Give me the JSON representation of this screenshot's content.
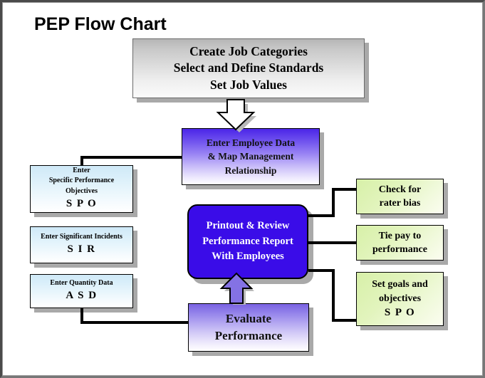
{
  "page": {
    "title": "PEP Flow Chart",
    "background": "#ffffff",
    "frame_color": "#555555"
  },
  "nodes": {
    "create": {
      "name": "create-job-categories-box",
      "lines": [
        "Create Job Categories",
        "Select and Define Standards",
        "Set Job Values"
      ],
      "fill": "#dcdcdc",
      "text_color": "#000000"
    },
    "employee": {
      "name": "enter-employee-data-box",
      "lines": [
        "Enter Employee Data",
        "& Map Management",
        "Relationship"
      ],
      "fill": "#4b25e8",
      "text_color": "#111111"
    },
    "spo": {
      "name": "enter-spo-box",
      "lines": [
        "Enter",
        "Specific Performance",
        "Objectives"
      ],
      "acronym": "S P O",
      "fill": "#cfe9f7",
      "text_color": "#000000"
    },
    "sir": {
      "name": "enter-sir-box",
      "lines": [
        "Enter Significant Incidents"
      ],
      "acronym": "S I R",
      "fill": "#cfe9f7",
      "text_color": "#000000"
    },
    "asd": {
      "name": "enter-asd-box",
      "lines": [
        "Enter Quantity Data"
      ],
      "acronym": "A S D",
      "fill": "#cfe9f7",
      "text_color": "#000000"
    },
    "printout": {
      "name": "printout-review-box",
      "lines": [
        "Printout & Review",
        "Performance Report",
        "With Employees"
      ],
      "fill": "#3a0ce8",
      "text_color": "#ffffff"
    },
    "evaluate": {
      "name": "evaluate-performance-box",
      "lines": [
        "Evaluate",
        "Performance"
      ],
      "fill": "#7a62e2",
      "text_color": "#111111"
    },
    "bias": {
      "name": "check-rater-bias-box",
      "lines": [
        "Check for",
        "rater bias"
      ],
      "acronym": "",
      "fill": "#d7f0a8",
      "text_color": "#000000"
    },
    "tiepay": {
      "name": "tie-pay-to-performance-box",
      "lines": [
        "Tie pay to",
        "performance"
      ],
      "acronym": "",
      "fill": "#d7f0a8",
      "text_color": "#000000"
    },
    "goals": {
      "name": "set-goals-objectives-box",
      "lines": [
        "Set goals and",
        "objectives"
      ],
      "acronym": "S P O",
      "fill": "#d7f0a8",
      "text_color": "#000000"
    }
  },
  "connectors": {
    "arrow_down_label": "down-block-arrow-create-to-employee",
    "arrow_up_label": "up-block-arrow-evaluate-to-printout",
    "line_color": "#000000",
    "down_arrow_fill": "#ffffff",
    "up_arrow_fill": "#8472e4"
  }
}
